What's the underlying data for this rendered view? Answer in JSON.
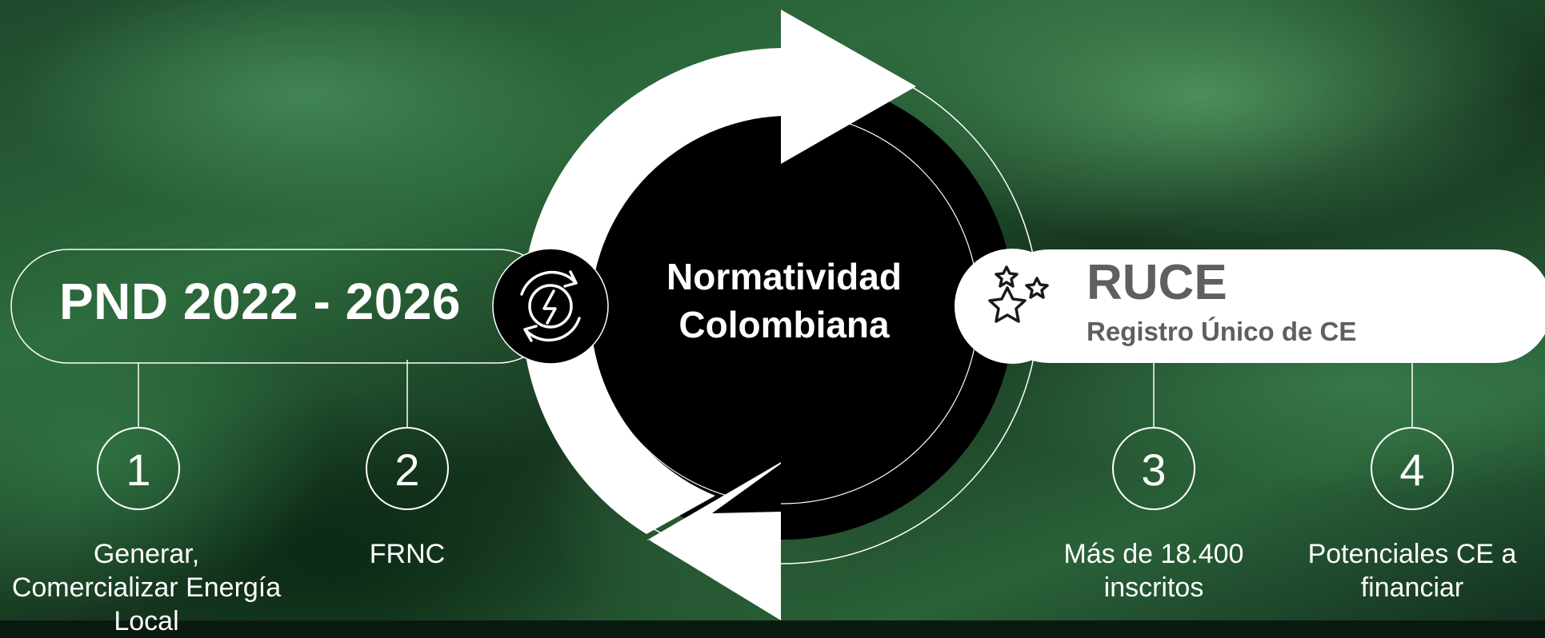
{
  "center": {
    "line1": "Normatividad",
    "line2": "Colombiana",
    "cycle_icon": "recycle-arrows-icon"
  },
  "left_panel": {
    "title": "PND 2022 - 2026",
    "icon": "energy-cycle-icon",
    "items": [
      {
        "number": "1",
        "text_line1": "Generar,",
        "text_line2": "Comercializar Energía",
        "text_line3": "Local"
      },
      {
        "number": "2",
        "text_line1": "FRNC"
      }
    ]
  },
  "right_panel": {
    "title": "RUCE",
    "subtitle": "Registro Único de CE",
    "icon": "stars-icon",
    "items": [
      {
        "number": "3",
        "text_line1": "Más de 18.400",
        "text_line2": "inscritos"
      },
      {
        "number": "4",
        "text_line1": "Potenciales CE a",
        "text_line2": "financiar"
      }
    ]
  },
  "colors": {
    "white": "#ffffff",
    "gray_text": "#5f5f61",
    "center_black": "#000000",
    "background_green": "#2c6a3c"
  }
}
